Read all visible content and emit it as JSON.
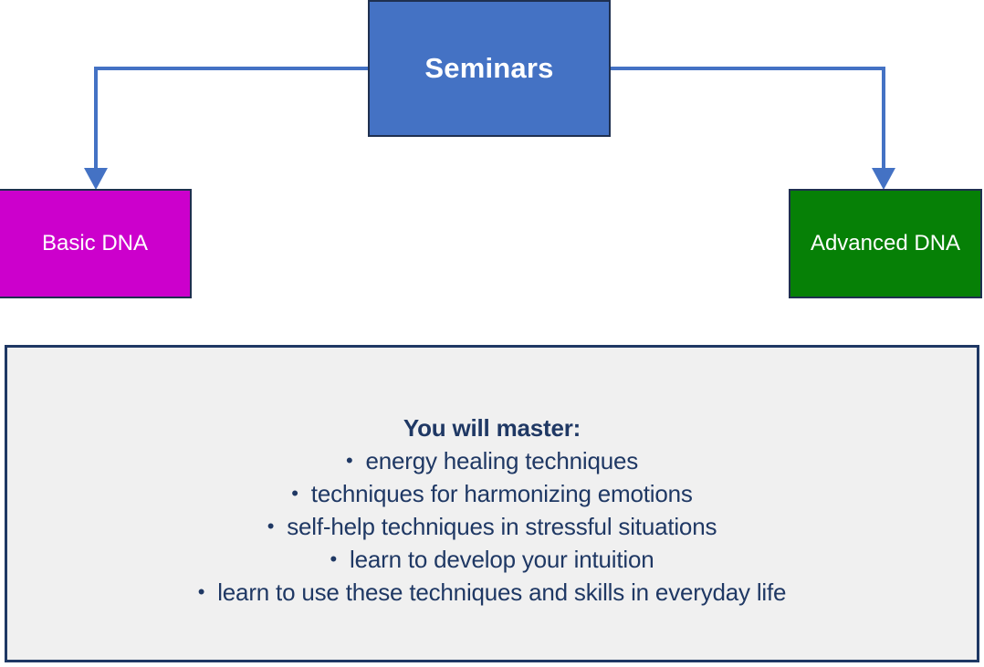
{
  "diagram": {
    "title": "Seminars",
    "nodes": [
      {
        "id": "seminars",
        "label": "Seminars",
        "color": "#4472C4",
        "text_color": "#FFFFFF",
        "border_color": "#1F3050"
      },
      {
        "id": "basic-dna",
        "label": "Basic DNA",
        "color": "#CC00CC",
        "text_color": "#FFFFFF",
        "border_color": "#1F3050"
      },
      {
        "id": "advanced-dna",
        "label": "Advanced DNA",
        "color": "#068006",
        "text_color": "#FFFFFF",
        "border_color": "#1F3050"
      }
    ],
    "connectors": {
      "color": "#4472C4",
      "style": "elbow-with-arrowhead",
      "edges": [
        {
          "from": "seminars",
          "to": "basic-dna"
        },
        {
          "from": "seminars",
          "to": "advanced-dna"
        }
      ]
    }
  },
  "info_panel": {
    "background": "#F0F0F0",
    "border_color": "#1F3864",
    "text_color": "#1F3864",
    "heading": "You will master:",
    "bullet_char": "•",
    "bullets": [
      "energy healing techniques",
      "techniques for harmonizing emotions",
      "self-help techniques in stressful situations",
      "learn to develop your intuition",
      "learn to use these techniques and skills in everyday life"
    ]
  }
}
